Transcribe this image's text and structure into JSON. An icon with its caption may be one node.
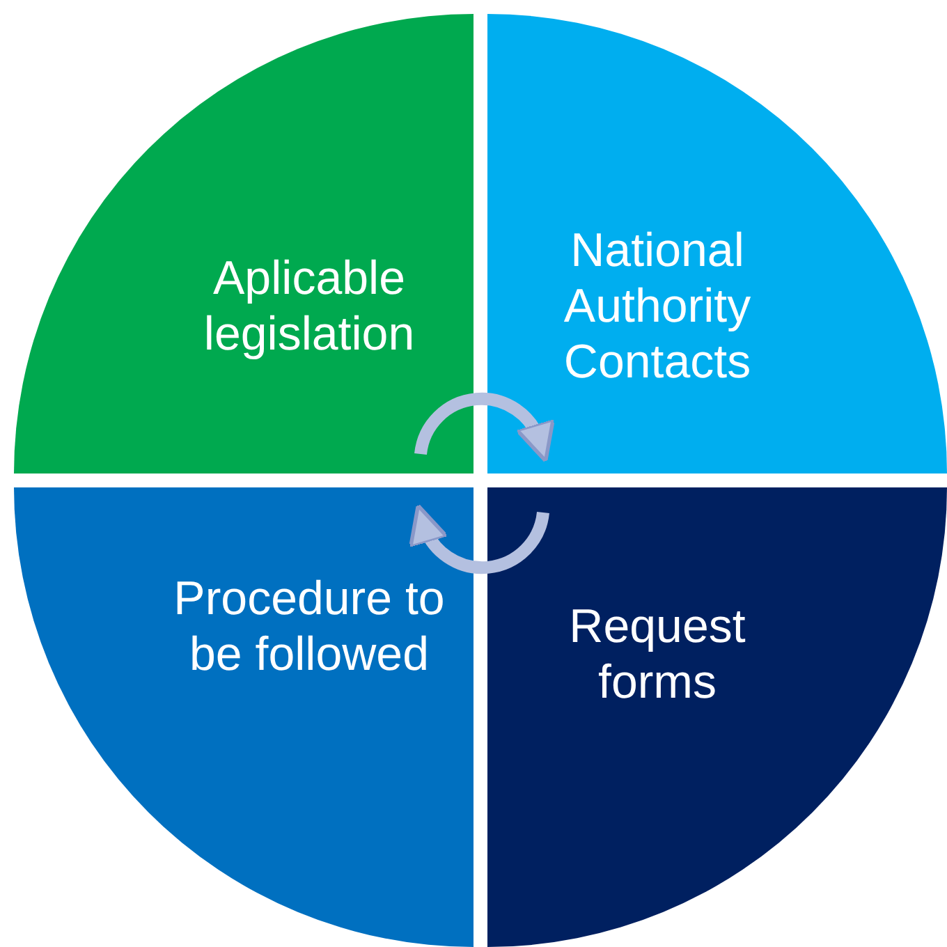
{
  "diagram": {
    "nodes": [
      {
        "text": [
          "Aplicable legislation"
        ]
      },
      {
        "text": [
          "National Authority Contacts"
        ]
      },
      {
        "text": [
          "Procedure to be followed"
        ]
      },
      {
        "text": [
          "Request forms"
        ]
      }
    ],
    "edges": [
      {
        "from": 0,
        "to": 1,
        "arrow": "to"
      },
      {
        "from": 3,
        "to": 2,
        "arrow": "to"
      }
    ]
  }
}
